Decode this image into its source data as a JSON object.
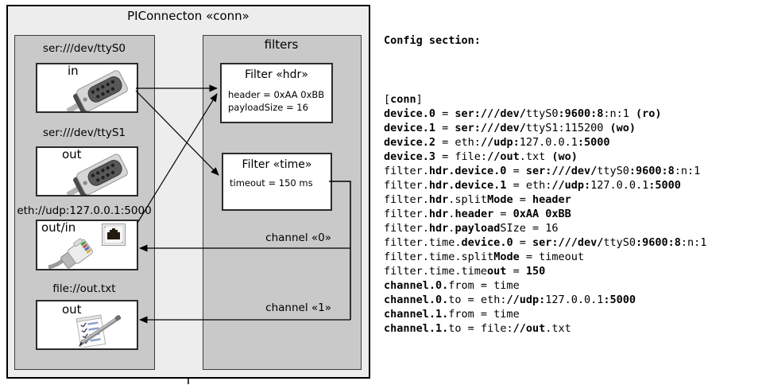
{
  "diagram": {
    "title": "PIConnecton «conn»",
    "filters_group_title": "filters",
    "devices": [
      {
        "label": "ser:///dev/ttyS0",
        "port": "in",
        "icon": "serial-connector"
      },
      {
        "label": "ser:///dev/ttyS1",
        "port": "out",
        "icon": "serial-connector"
      },
      {
        "label": "eth://udp:127.0.0.1:5000",
        "port": "out/in",
        "icon": "ethernet-connector"
      },
      {
        "label": "file://out.txt",
        "port": "out",
        "icon": "notepad-pen"
      }
    ],
    "filters": [
      {
        "title": "Filter «hdr»",
        "properties": [
          "header = 0xAA 0xBB",
          "payloadSize = 16"
        ]
      },
      {
        "title": "Filter «time»",
        "properties": [
          "timeout = 150 ms"
        ]
      }
    ],
    "channels": [
      {
        "label": "channel «0»"
      },
      {
        "label": "channel «1»"
      }
    ]
  },
  "config": {
    "heading": "Config section:",
    "lines": [
      [
        {
          "t": "[",
          "b": false
        },
        {
          "t": "conn",
          "b": true
        },
        {
          "t": "]",
          "b": false
        }
      ],
      [
        {
          "t": "device.0",
          "b": true
        },
        {
          "t": " = ",
          "b": false
        },
        {
          "t": "ser:///dev/",
          "b": true
        },
        {
          "t": "ttyS0",
          "b": false
        },
        {
          "t": ":9600:8",
          "b": true
        },
        {
          "t": ":n:1 ",
          "b": false
        },
        {
          "t": "(ro)",
          "b": true
        }
      ],
      [
        {
          "t": "device.1",
          "b": true
        },
        {
          "t": " = ",
          "b": false
        },
        {
          "t": "ser:///dev/",
          "b": true
        },
        {
          "t": "ttyS1:115200 ",
          "b": false
        },
        {
          "t": "(wo)",
          "b": true
        }
      ],
      [
        {
          "t": "device.2",
          "b": true
        },
        {
          "t": " = ",
          "b": false
        },
        {
          "t": "eth:",
          "b": false
        },
        {
          "t": "//udp:",
          "b": true
        },
        {
          "t": "127.0.0.1",
          "b": false
        },
        {
          "t": ":5000",
          "b": true
        }
      ],
      [
        {
          "t": "device.3",
          "b": true
        },
        {
          "t": " = ",
          "b": false
        },
        {
          "t": "file:",
          "b": false
        },
        {
          "t": "//out",
          "b": true
        },
        {
          "t": ".txt ",
          "b": false
        },
        {
          "t": "(wo)",
          "b": true
        }
      ],
      [
        {
          "t": "filter.",
          "b": false
        },
        {
          "t": "hdr.device.0",
          "b": true
        },
        {
          "t": " = ",
          "b": false
        },
        {
          "t": "ser:///dev/",
          "b": true
        },
        {
          "t": "ttyS0",
          "b": false
        },
        {
          "t": ":9600:8",
          "b": true
        },
        {
          "t": ":n:1",
          "b": false
        }
      ],
      [
        {
          "t": "filter.",
          "b": false
        },
        {
          "t": "hdr.device.1",
          "b": true
        },
        {
          "t": " = ",
          "b": false
        },
        {
          "t": "eth:",
          "b": false
        },
        {
          "t": "//udp:",
          "b": true
        },
        {
          "t": "127.0.0.1",
          "b": false
        },
        {
          "t": ":5000",
          "b": true
        }
      ],
      [
        {
          "t": "filter.",
          "b": false
        },
        {
          "t": "hdr",
          "b": true
        },
        {
          "t": ".split",
          "b": false
        },
        {
          "t": "Mode",
          "b": true
        },
        {
          "t": " = ",
          "b": false
        },
        {
          "t": "header",
          "b": true
        }
      ],
      [
        {
          "t": "filter.",
          "b": false
        },
        {
          "t": "hdr",
          "b": true
        },
        {
          "t": ".",
          "b": false
        },
        {
          "t": "header",
          "b": true
        },
        {
          "t": " = ",
          "b": false
        },
        {
          "t": "0xAA 0xBB",
          "b": true
        }
      ],
      [
        {
          "t": "filter.",
          "b": false
        },
        {
          "t": "hdr",
          "b": true
        },
        {
          "t": ".",
          "b": false
        },
        {
          "t": "payload",
          "b": true
        },
        {
          "t": "SIze = 16",
          "b": false
        }
      ],
      [
        {
          "t": "filter.time.",
          "b": false
        },
        {
          "t": "device.0",
          "b": true
        },
        {
          "t": " = ",
          "b": false
        },
        {
          "t": "ser:///dev/",
          "b": true
        },
        {
          "t": "ttyS0",
          "b": false
        },
        {
          "t": ":9600:8",
          "b": true
        },
        {
          "t": ":n:1",
          "b": false
        }
      ],
      [
        {
          "t": "filter.time.",
          "b": false
        },
        {
          "t": "split",
          "b": false
        },
        {
          "t": "Mode",
          "b": true
        },
        {
          "t": " = timeout",
          "b": false
        }
      ],
      [
        {
          "t": "filter.time.time",
          "b": false
        },
        {
          "t": "out",
          "b": true
        },
        {
          "t": " = ",
          "b": false
        },
        {
          "t": "150",
          "b": true
        }
      ],
      [
        {
          "t": "channel.0.",
          "b": true
        },
        {
          "t": "from",
          "b": false
        },
        {
          "t": " = time",
          "b": false
        }
      ],
      [
        {
          "t": "channel.0.",
          "b": true
        },
        {
          "t": "to",
          "b": false
        },
        {
          "t": " = ",
          "b": false
        },
        {
          "t": "eth:",
          "b": false
        },
        {
          "t": "//udp:",
          "b": true
        },
        {
          "t": "127.0.0.1",
          "b": false
        },
        {
          "t": ":5000",
          "b": true
        }
      ],
      [
        {
          "t": "channel.1.",
          "b": true
        },
        {
          "t": "from",
          "b": false
        },
        {
          "t": " = time",
          "b": false
        }
      ],
      [
        {
          "t": "channel.1.",
          "b": true
        },
        {
          "t": "to",
          "b": false
        },
        {
          "t": " = ",
          "b": false
        },
        {
          "t": "file:",
          "b": false
        },
        {
          "t": "//out",
          "b": true
        },
        {
          "t": ".txt",
          "b": false
        }
      ]
    ]
  },
  "colors": {
    "outer_fill": "#ededed",
    "group_fill": "#c9c9c9",
    "box_fill": "#ffffff",
    "line": "#000000"
  }
}
